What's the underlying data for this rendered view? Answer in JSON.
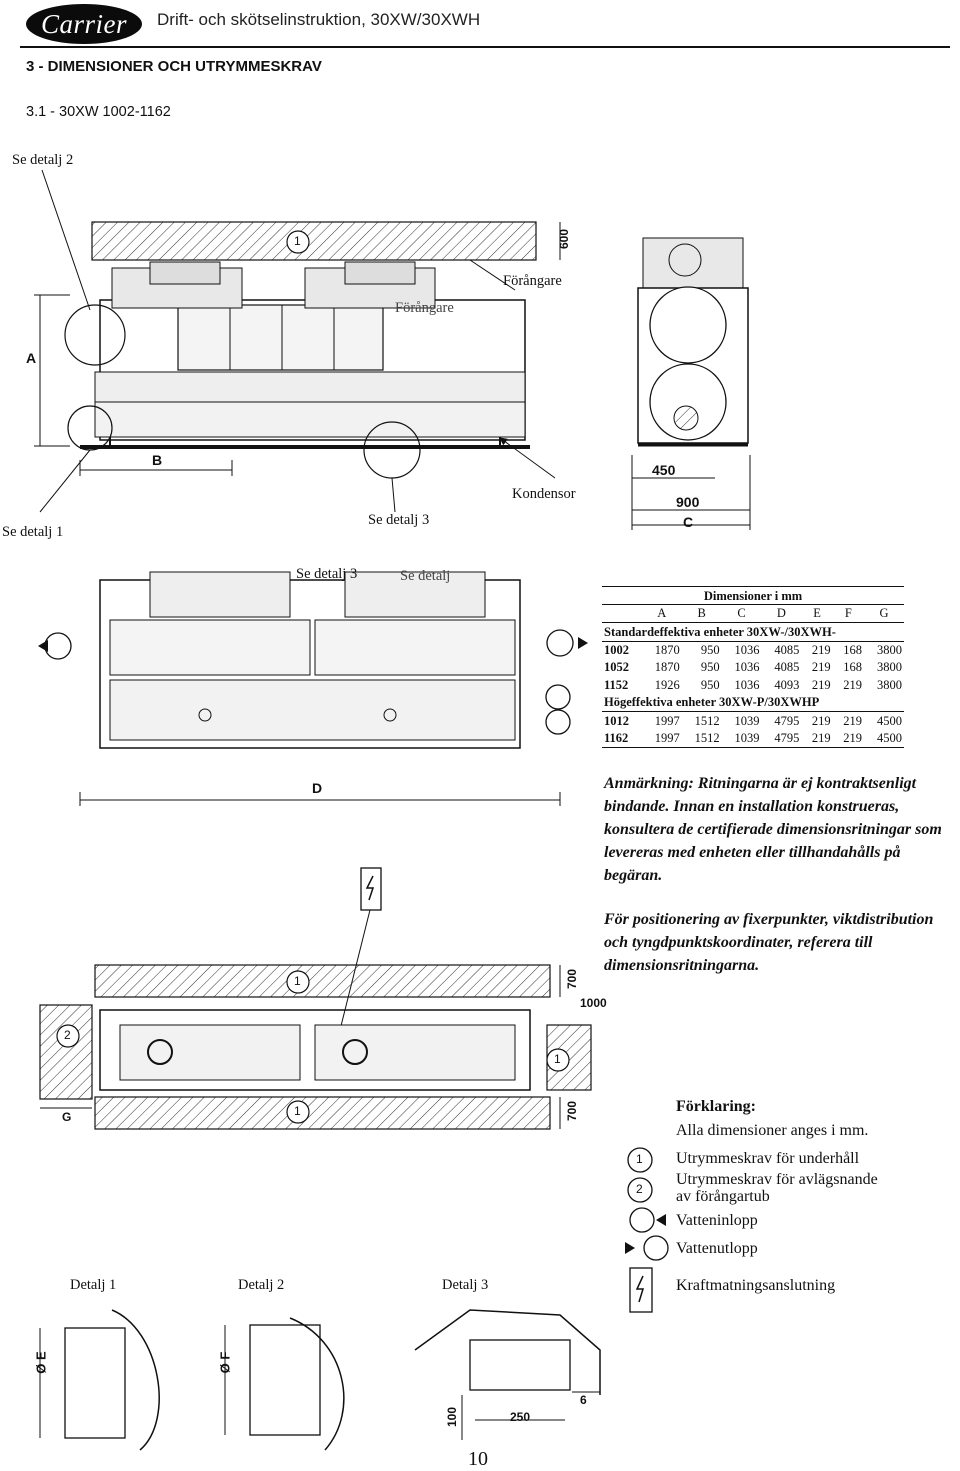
{
  "header": {
    "brand": "Carrier",
    "doc_title": "Drift- och skötselinstruktion, 30XW/30XWH"
  },
  "section": {
    "title": "3 - DIMENSIONER OCH UTRYMMESKRAV",
    "subtitle": "3.1 - 30XW 1002-1162"
  },
  "drawing_top": {
    "callout_detail2": "Se detalj 2",
    "callout_evaporator": "Förångare",
    "callout_evaporator_overlay": "Förångare",
    "callout_condenser": "Kondensor",
    "callout_detail1": "Se detalj 1",
    "callout_detail3": "Se detalj 3",
    "dim_A": "A",
    "dim_B": "B",
    "dim_C": "C",
    "dim_600": "600",
    "dim_450": "450",
    "dim_900": "900",
    "zone_1": "1"
  },
  "drawing_mid": {
    "callout_detail3": "Se detalj 3",
    "callout_detail_overlay": "Se detalj",
    "dim_D": "D"
  },
  "dimensions_table": {
    "title": "Dimensioner i mm",
    "columns": [
      "",
      "A",
      "B",
      "C",
      "D",
      "E",
      "F",
      "G"
    ],
    "groups": [
      {
        "label": "Standardeffektiva enheter 30XW-/30XWH-",
        "rows": [
          [
            "1002",
            "1870",
            "950",
            "1036",
            "4085",
            "219",
            "168",
            "3800"
          ],
          [
            "1052",
            "1870",
            "950",
            "1036",
            "4085",
            "219",
            "168",
            "3800"
          ],
          [
            "1152",
            "1926",
            "950",
            "1036",
            "4093",
            "219",
            "219",
            "3800"
          ]
        ]
      },
      {
        "label": "Högeffektiva enheter 30XW-P/30XWHP",
        "rows": [
          [
            "1012",
            "1997",
            "1512",
            "1039",
            "4795",
            "219",
            "219",
            "4500"
          ],
          [
            "1162",
            "1997",
            "1512",
            "1039",
            "4795",
            "219",
            "219",
            "4500"
          ]
        ]
      }
    ]
  },
  "notes": {
    "remark": "Anmärkning: Ritningarna är ej kontraktsenligt bindande. Innan en installation konstrueras, konsultera de certifierade dimensionsritningar som levereras med enheten eller tillhandahålls på begäran.",
    "positioning": "För positionering av fixerpunkter, viktdistribution och tyngdpunktskoordinater, referera till dimensionsritningarna."
  },
  "drawing_plan": {
    "dim_700_top": "700",
    "dim_1000": "1000",
    "dim_700_bottom": "700",
    "dim_G": "G",
    "zone_1_top": "1",
    "zone_1_right": "1",
    "zone_1_bottom": "1",
    "zone_2": "2"
  },
  "legend": {
    "title": "Förklaring:",
    "subtitle": "Alla dimensioner anges i mm.",
    "items": [
      {
        "symbol": "1",
        "icon": "circle-1-icon",
        "label_line1": "Utrymmeskrav för underhåll",
        "label_line2": ""
      },
      {
        "symbol": "2",
        "icon": "circle-2-icon",
        "label_line1": "Utrymmeskrav för avlägsnande",
        "label_line2": "av förångartub"
      },
      {
        "symbol": "",
        "icon": "water-inlet-icon",
        "label_line1": "Vatteninlopp",
        "label_line2": ""
      },
      {
        "symbol": "",
        "icon": "water-outlet-icon",
        "label_line1": "Vattenutlopp",
        "label_line2": ""
      },
      {
        "symbol": "",
        "icon": "power-supply-icon",
        "label_line1": "Kraftmatningsanslutning",
        "label_line2": ""
      }
    ]
  },
  "details": {
    "detail1": "Detalj 1",
    "detail2": "Detalj 2",
    "detail3": "Detalj 3",
    "dim_E": "Ø E",
    "dim_F": "Ø F",
    "dim_100": "100",
    "dim_250": "250",
    "dim_6": "6"
  },
  "page_number": "10"
}
